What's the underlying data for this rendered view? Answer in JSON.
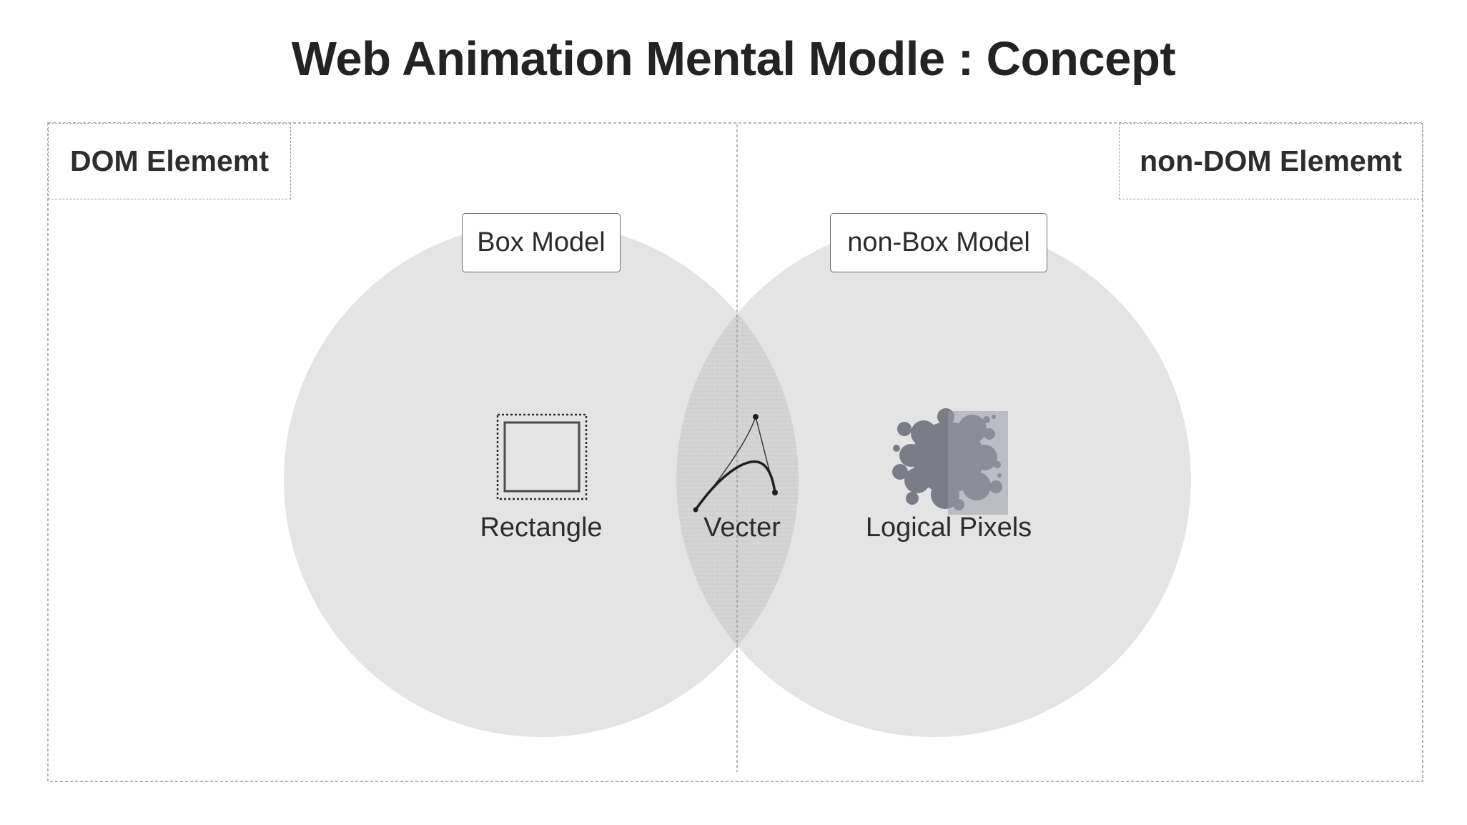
{
  "title": "Web Animation Mental Modle : Concept",
  "regions": {
    "left": "DOM Elememt",
    "right": "non-DOM Elememt"
  },
  "circles": {
    "left_tag": "Box Model",
    "right_tag": "non-Box Model"
  },
  "items": {
    "rectangle": "Rectangle",
    "vector": "Vecter",
    "pixels": "Logical Pixels"
  },
  "colors": {
    "circle_fill": "#e4e4e4",
    "overlap_fill": "#d2d2d2",
    "border": "#9a9a9a",
    "blob": "#7b7d86"
  },
  "icons": {
    "rectangle": "rectangle-icon",
    "vector": "bezier-curve-icon",
    "pixels": "paint-splash-icon"
  }
}
